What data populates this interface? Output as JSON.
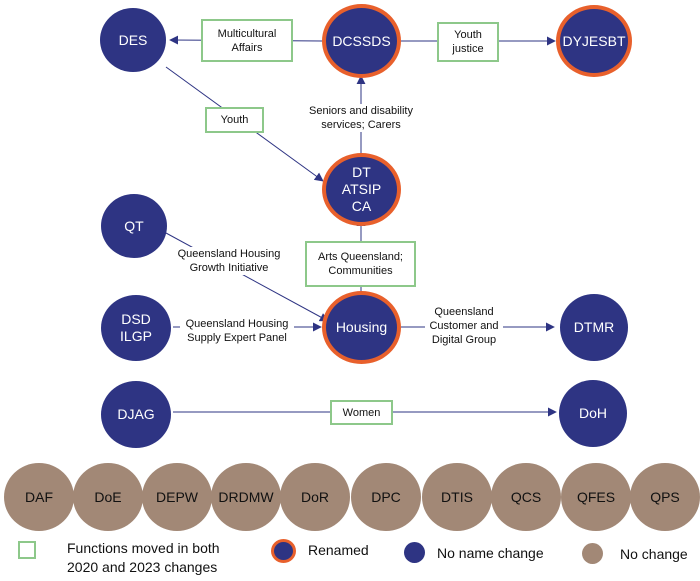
{
  "nodes": {
    "des": "DES",
    "dcssds": "DCSSDS",
    "dyjesbt": "DYJESBT",
    "dt": [
      "DT",
      "ATSIP",
      "CA"
    ],
    "qt": "QT",
    "dsd": [
      "DSD",
      "ILGP"
    ],
    "housing": "Housing",
    "dtmr": "DTMR",
    "djag": "DJAG",
    "doh": "DoH"
  },
  "boxes": {
    "multicultural": [
      "Multicultural",
      "Affairs"
    ],
    "youth_justice": [
      "Youth",
      "justice"
    ],
    "youth": "Youth",
    "arts": [
      "Arts Queensland;",
      "Communities"
    ],
    "women": "Women"
  },
  "labels": {
    "seniors": [
      "Seniors and disability",
      "services; Carers"
    ],
    "qhgi": [
      "Queensland Housing",
      "Growth Initiative"
    ],
    "qhsep": [
      "Queensland Housing",
      "Supply Expert Panel"
    ],
    "qcdg": [
      "Queensland",
      "Customer and",
      "Digital Group"
    ]
  },
  "no_change_agencies": [
    "DAF",
    "DoE",
    "DEPW",
    "DRDMW",
    "DoR",
    "DPC",
    "DTIS",
    "QCS",
    "QFES",
    "QPS"
  ],
  "legend": {
    "moved": [
      "Functions moved in both",
      "2020 and 2023 changes"
    ],
    "renamed": "Renamed",
    "no_name_change": "No name change",
    "no_change": "No change"
  },
  "colors": {
    "node_fill": "#2e3483",
    "renamed_border": "#e8602c",
    "no_change_fill": "#a28876",
    "box_border": "#8dc88a"
  }
}
